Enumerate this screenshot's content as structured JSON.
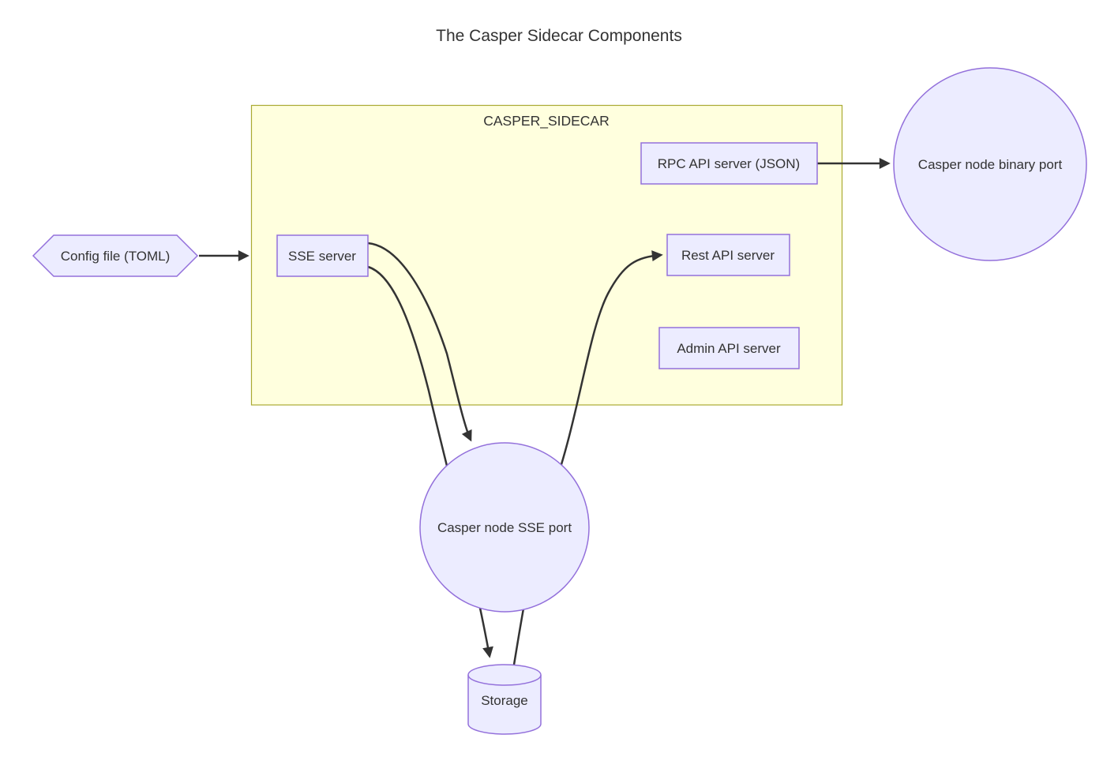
{
  "diagram": {
    "title": "The Casper Sidecar Components",
    "cluster": {
      "label": "CASPER_SIDECAR"
    },
    "nodes": {
      "config_file": {
        "label": "Config file (TOML)",
        "shape": "hexagon"
      },
      "sse_server": {
        "label": "SSE server",
        "shape": "rect"
      },
      "rpc_api_server": {
        "label": "RPC API server (JSON)",
        "shape": "rect"
      },
      "rest_api_server": {
        "label": "Rest API server",
        "shape": "rect"
      },
      "admin_api_server": {
        "label": "Admin API server",
        "shape": "rect"
      },
      "casper_node_binary_port": {
        "label": "Casper node binary port",
        "shape": "circle"
      },
      "casper_node_sse_port": {
        "label": "Casper node SSE port",
        "shape": "circle"
      },
      "storage": {
        "label": "Storage",
        "shape": "cylinder"
      }
    },
    "edges": [
      {
        "from": "Config file (TOML)",
        "to": "CASPER_SIDECAR"
      },
      {
        "from": "RPC API server (JSON)",
        "to": "Casper node binary port"
      },
      {
        "from": "SSE server",
        "to": "Casper node SSE port"
      },
      {
        "from": "SSE server",
        "to": "Storage"
      },
      {
        "from": "Storage",
        "to": "Rest API server"
      }
    ],
    "colors": {
      "node_fill": "#ECECFF",
      "node_border": "#9370DB",
      "cluster_fill": "#ffffde",
      "cluster_border": "#aaaa33",
      "edge": "#333333",
      "text": "#333333",
      "background": "#ffffff"
    }
  }
}
